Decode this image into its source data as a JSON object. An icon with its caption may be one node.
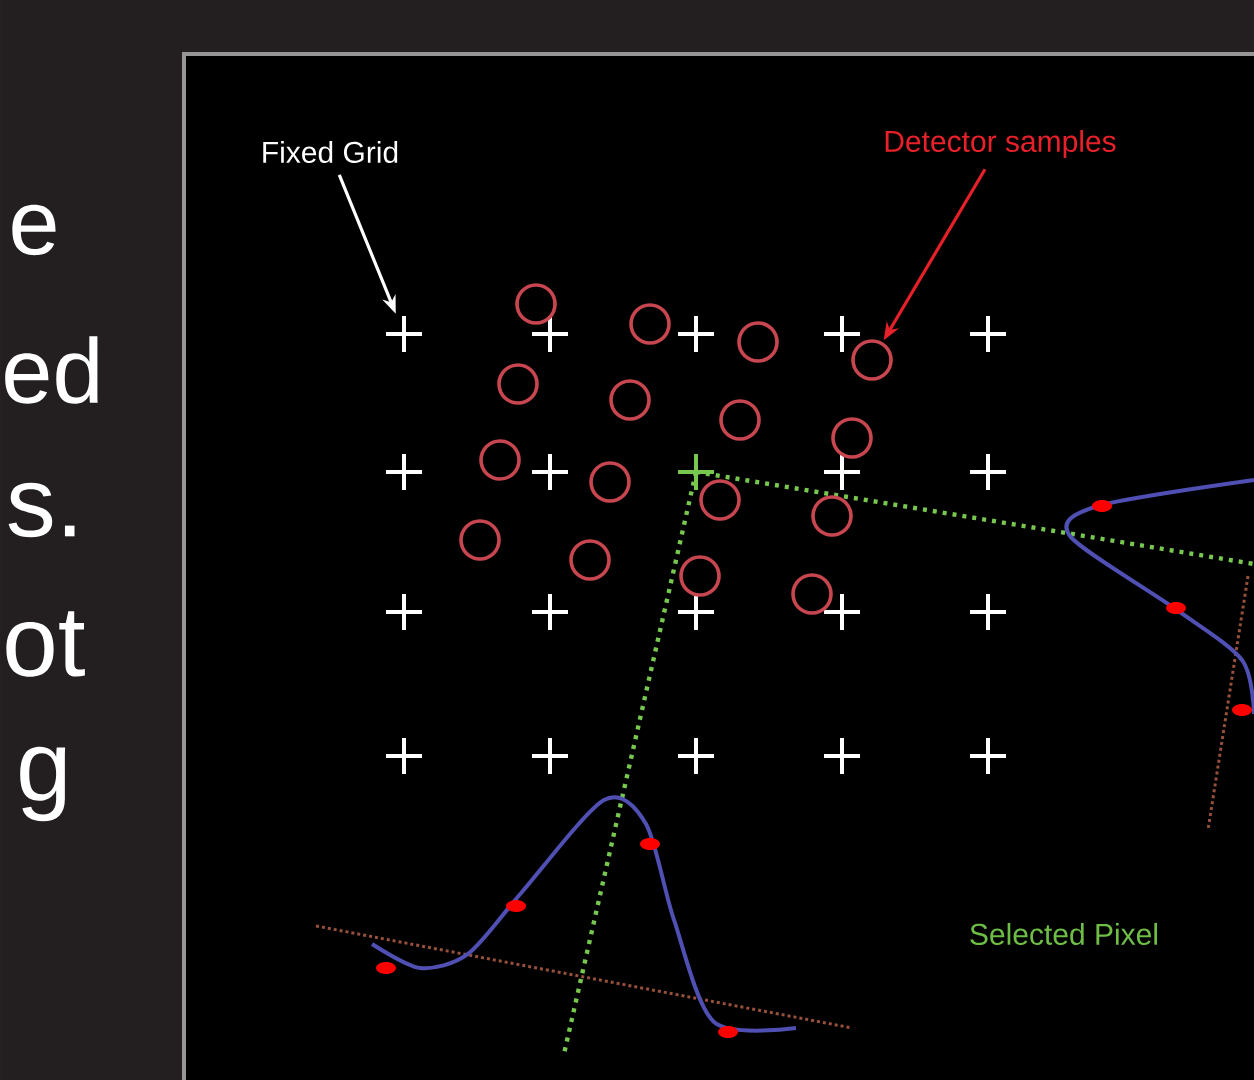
{
  "diagram": {
    "nodes": [
      {
        "text": [
          "Fixed Grid"
        ]
      },
      {
        "text": [],
        "shape": "plus"
      },
      {
        "text": [
          "Detector samples"
        ]
      },
      {
        "text": [],
        "shape": "circle"
      }
    ],
    "edges": [
      {
        "from": 0,
        "to": 1,
        "arrow": "to",
        "color": "#ffffff"
      },
      {
        "from": 2,
        "to": 3,
        "arrow": "to",
        "color": "#e8202a"
      }
    ],
    "labels": [
      "e",
      "ed",
      "s.",
      "ot",
      "g",
      "Selected Pixel"
    ]
  }
}
